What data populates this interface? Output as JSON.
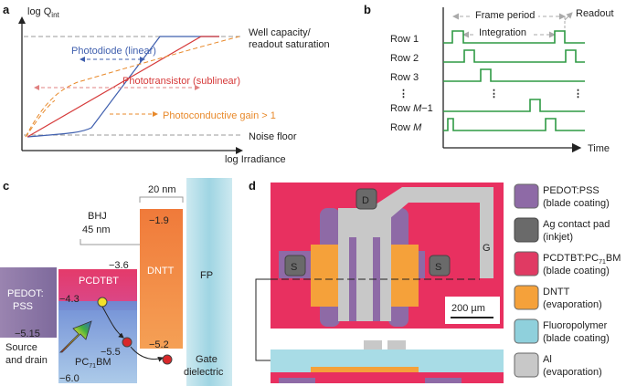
{
  "panel_a": {
    "label": "a",
    "y_axis": "log Q",
    "y_axis_sub": "int",
    "x_axis": "log Irradiance",
    "well_capacity": "Well capacity/",
    "readout_saturation": "readout saturation",
    "noise_floor": "Noise floor",
    "photodiode": "Photodiode (linear)",
    "phototransistor": "Phototransistor (sublinear)",
    "photoconductive": "Photoconductive gain > 1",
    "colors": {
      "photodiode": "#3f5fae",
      "phototransistor": "#d63a3a",
      "photoconductive": "#e8892a"
    }
  },
  "panel_b": {
    "label": "b",
    "frame_period": "Frame period",
    "integration": "Integration",
    "readout": "Readout",
    "time": "Time",
    "rows": [
      "Row 1",
      "Row 2",
      "Row 3",
      "Row M−1",
      "Row M"
    ],
    "ellipsis": "⋮",
    "signal_color": "#2e9a44"
  },
  "panel_c": {
    "label": "c",
    "bhj": "BHJ",
    "bhj_thickness": "45 nm",
    "dntt_thickness": "20 nm",
    "pedot_line1": "PEDOT:",
    "pedot_line2": "PSS",
    "pedot_level": "−5.15",
    "pcdtbt": "PCDTBT",
    "pcdtbt_lumo": "−3.6",
    "pcdtbt_homo": "−4.3",
    "pcbm": "PC",
    "pcbm_sub": "71",
    "pcbm_suffix": "BM",
    "pcbm_homo": "−6.0",
    "pcbm_level2": "−5.5",
    "dntt": "DNTT",
    "dntt_lumo": "−1.9",
    "dntt_homo": "−5.2",
    "fp": "FP",
    "source_drain_1": "Source",
    "source_drain_2": "and drain",
    "gate_1": "Gate",
    "gate_2": "dielectric"
  },
  "panel_d": {
    "label": "d",
    "d_label": "D",
    "s_label": "S",
    "g_label": "G",
    "scale_bar": "200 µm"
  },
  "legend": [
    {
      "name": "PEDOT:PSS",
      "method": "(blade coating)",
      "color": "#8e6aa6"
    },
    {
      "name": "Ag contact pad",
      "method": "(inkjet)",
      "color": "#6a6a6a"
    },
    {
      "name": "PCDTBT:PC71BM",
      "method": "(blade coating)",
      "color": "#e03a63"
    },
    {
      "name": "DNTT",
      "method": "(evaporation)",
      "color": "#f5a13a"
    },
    {
      "name": "Fluoropolymer",
      "method": "(blade coating)",
      "color": "#8fd0dc"
    },
    {
      "name": "Al",
      "method": "(evaporation)",
      "color": "#c8c8c8"
    }
  ]
}
